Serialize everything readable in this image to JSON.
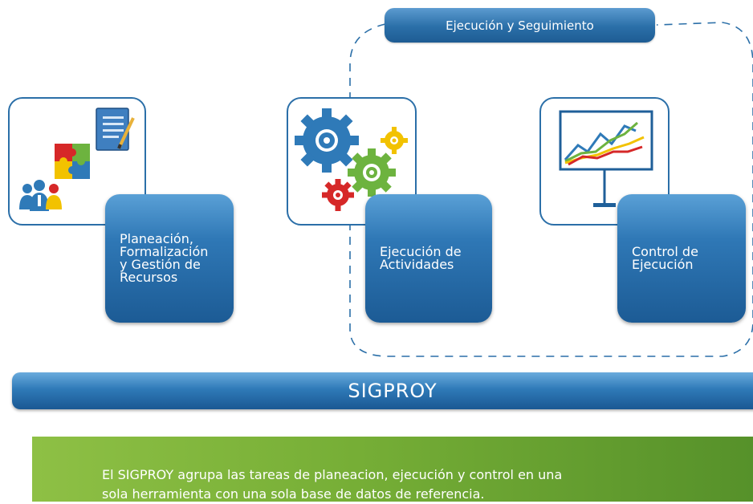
{
  "header": {
    "label": "Ejecución y Seguimiento"
  },
  "cards": [
    {
      "label": "Planeación,\nFormalización\ny Gestión de\nRecursos",
      "icon": "planning-icon"
    },
    {
      "label": "Ejecución de\nActividades",
      "icon": "gears-icon"
    },
    {
      "label": "Control de\nEjecución",
      "icon": "chart-board-icon"
    }
  ],
  "system_bar": {
    "label": "SIGPROY"
  },
  "footer": {
    "text": "El SIGPROY agrupa las tareas de planeacion, ejecución y control en una\nsola herramienta con una sola base de datos de referencia."
  },
  "colors": {
    "blue": "#2b6fa8",
    "green": "#76ae36",
    "white": "#ffffff"
  }
}
